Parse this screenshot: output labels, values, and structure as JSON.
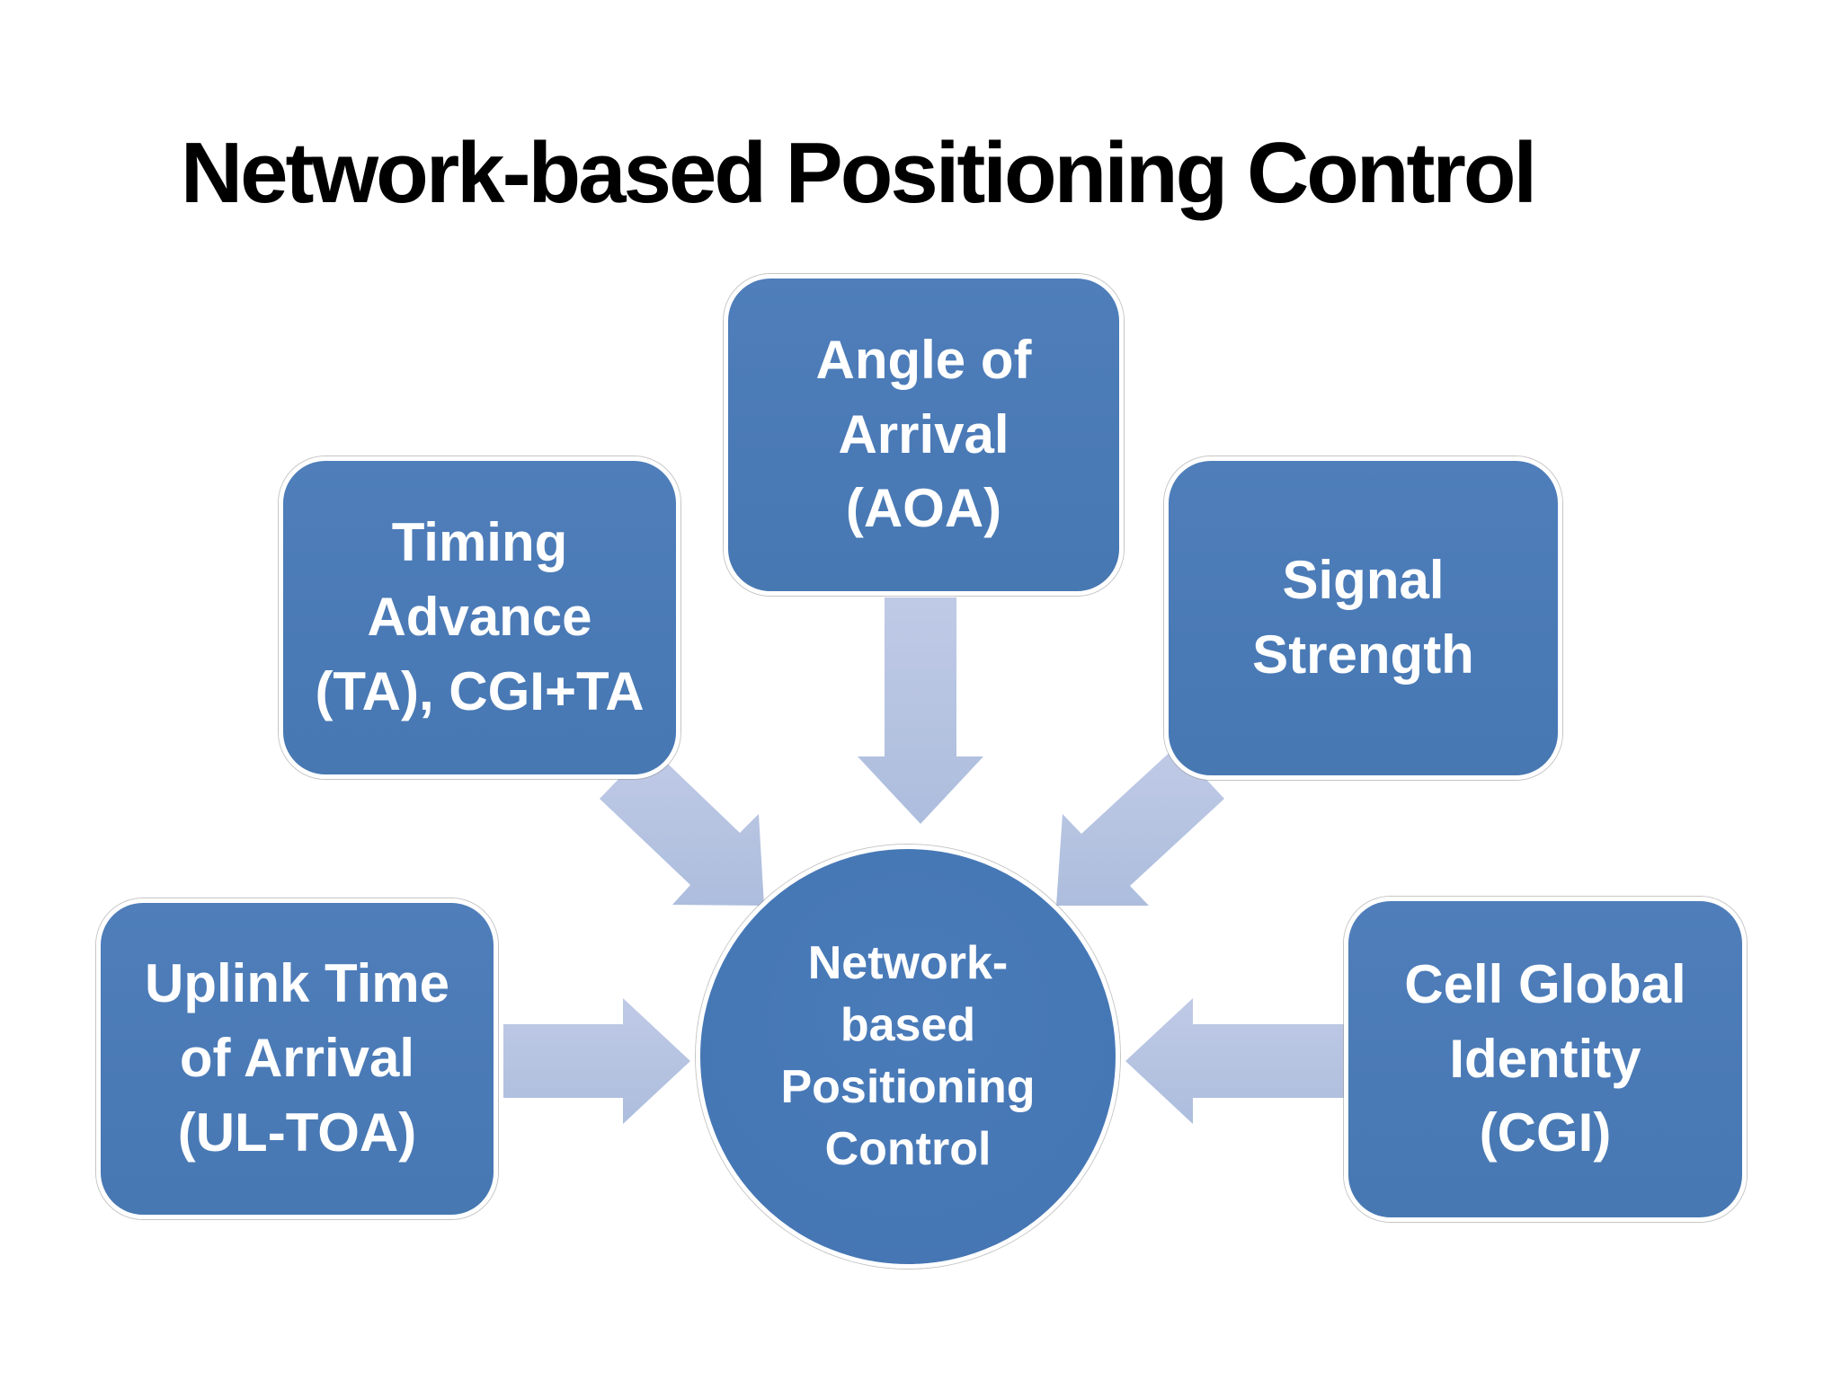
{
  "title": {
    "text": "Network-based Positioning Control"
  },
  "center": {
    "label": "Network-\nbased\nPositioning\nControl"
  },
  "nodes": {
    "timing_advance": {
      "label": "Timing\nAdvance\n(TA), CGI+TA"
    },
    "angle_of_arrival": {
      "label": "Angle of\nArrival\n(AOA)"
    },
    "signal_strength": {
      "label": "Signal\nStrength"
    },
    "uplink_time_of_arrival": {
      "label": "Uplink Time\nof Arrival\n(UL-TOA)"
    },
    "cell_global_identity": {
      "label": "Cell Global\nIdentity\n(CGI)"
    }
  },
  "colors": {
    "background": "#ffffff",
    "title_text": "#000000",
    "node_fill": "#4a7ab6",
    "node_border": "#ffffff",
    "node_text": "#ffffff",
    "arrow_fill": "#b5c3e1"
  }
}
